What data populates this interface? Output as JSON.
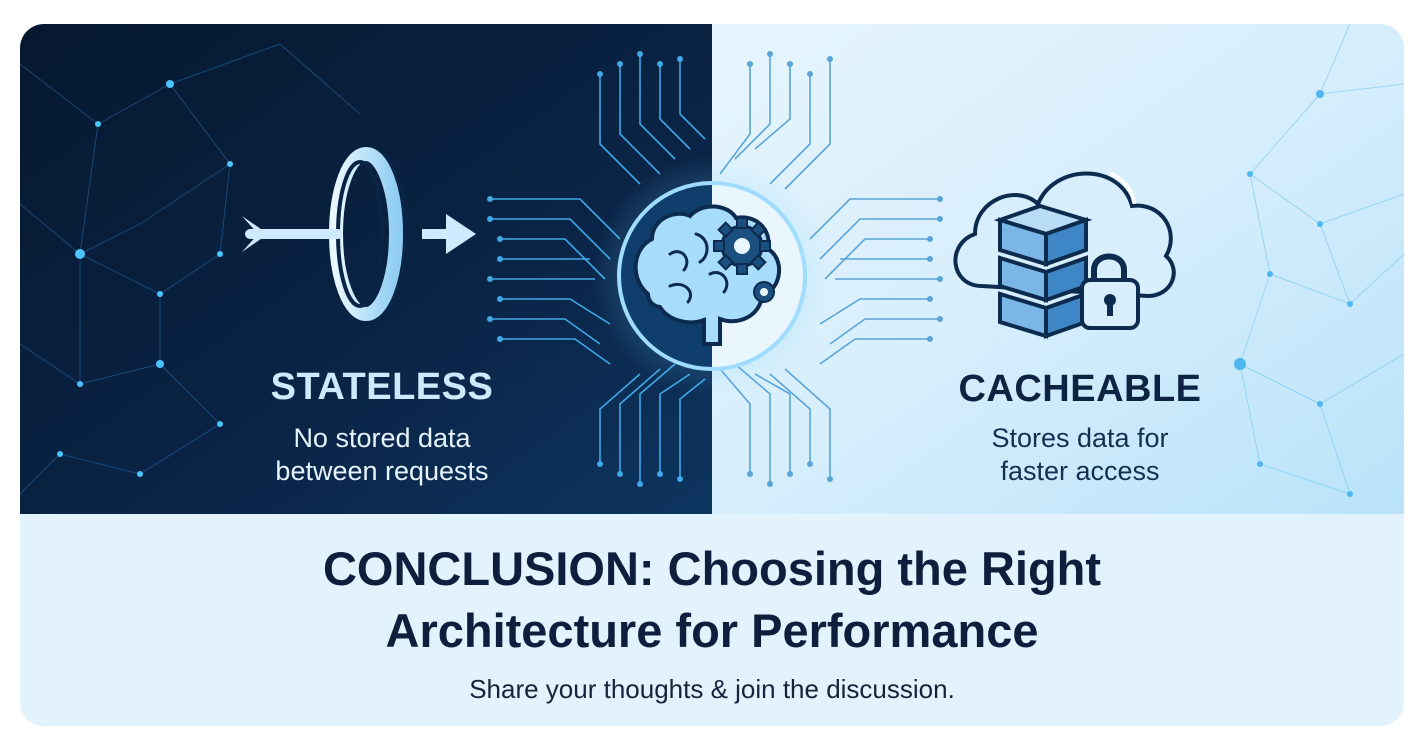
{
  "left_panel": {
    "title": "STATELESS",
    "subtitle_line1": "No stored data",
    "subtitle_line2": "between requests",
    "icon": "arrow-through-ring-icon"
  },
  "center": {
    "icon": "brain-gears-icon"
  },
  "right_panel": {
    "title": "CACHEABLE",
    "subtitle_line1": "Stores data for",
    "subtitle_line2": "faster access",
    "icon": "cloud-server-lock-icon"
  },
  "footer": {
    "headline_line1": "CONCLUSION: Choosing the Right",
    "headline_line2": "Architecture for Performance",
    "call_to_action": "Share your thoughts & join the discussion."
  },
  "colors": {
    "dark_navy": "#0a2344",
    "light_sky": "#dff2fd",
    "accent_cyan": "#3fb4f0",
    "footer_bg": "#e2f3fd"
  }
}
